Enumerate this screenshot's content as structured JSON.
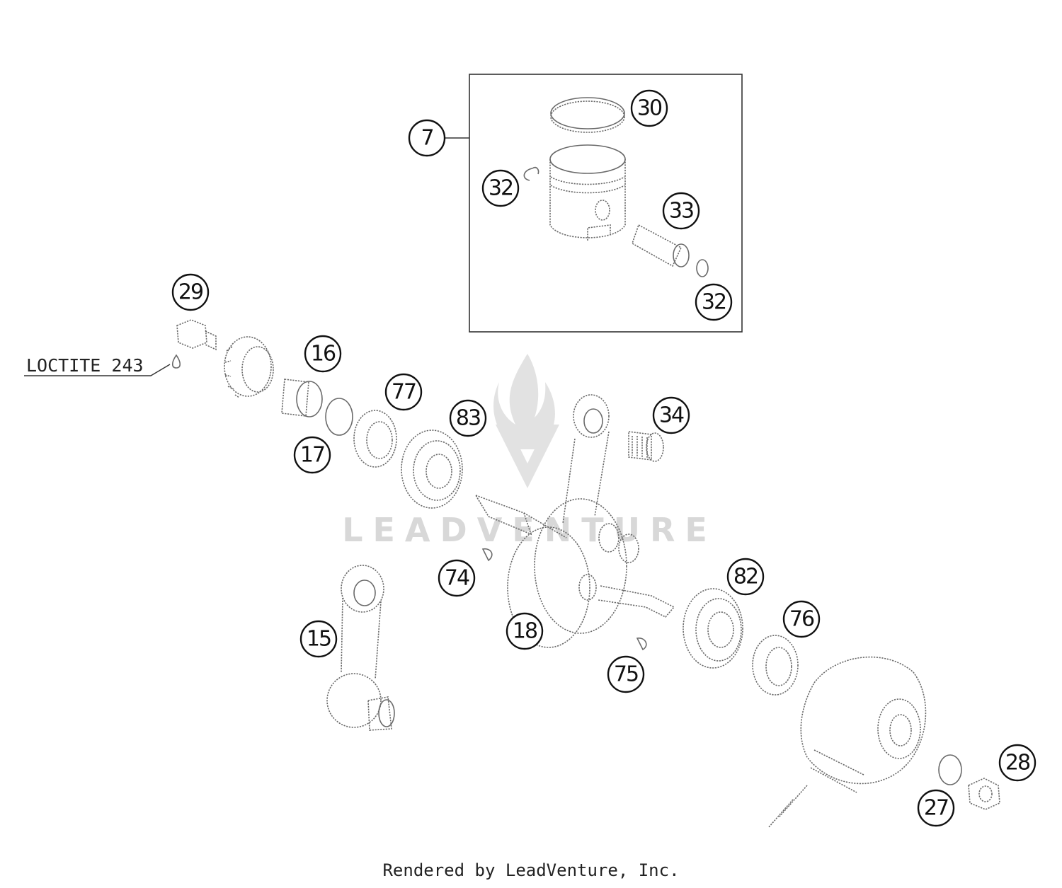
{
  "watermark": {
    "brand": "LEADVENTURE"
  },
  "note": {
    "label": "LOCTITE 243"
  },
  "kit_label": "7",
  "callouts": [
    {
      "id": "c7",
      "label": "7"
    },
    {
      "id": "c30",
      "label": "30"
    },
    {
      "id": "c32a",
      "label": "32"
    },
    {
      "id": "c33",
      "label": "33"
    },
    {
      "id": "c32b",
      "label": "32"
    },
    {
      "id": "c29",
      "label": "29"
    },
    {
      "id": "c16",
      "label": "16"
    },
    {
      "id": "c77",
      "label": "77"
    },
    {
      "id": "c83",
      "label": "83"
    },
    {
      "id": "c34",
      "label": "34"
    },
    {
      "id": "c17",
      "label": "17"
    },
    {
      "id": "c74",
      "label": "74"
    },
    {
      "id": "c82",
      "label": "82"
    },
    {
      "id": "c76",
      "label": "76"
    },
    {
      "id": "c15",
      "label": "15"
    },
    {
      "id": "c18",
      "label": "18"
    },
    {
      "id": "c75",
      "label": "75"
    },
    {
      "id": "c28",
      "label": "28"
    },
    {
      "id": "c27",
      "label": "27"
    }
  ],
  "footer": {
    "text": "Rendered by LeadVenture, Inc."
  }
}
